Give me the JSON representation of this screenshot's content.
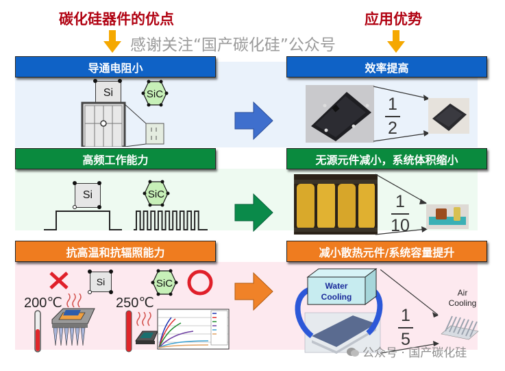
{
  "header": {
    "left_title": "碳化硅器件的优点",
    "right_title": "应用优势",
    "watermark": "感谢关注“国产碳化硅”公众号"
  },
  "colors": {
    "title_red": "#b00010",
    "arrow_yellow": "#f5a800",
    "blue": "#0f62c6",
    "green": "#0a8a3e",
    "orange": "#ef7c1f",
    "band_blue": "#eaf2fb",
    "band_green": "#eefaf1",
    "band_pink": "#fde9ef"
  },
  "rows": [
    {
      "advantage": "导通电阻小",
      "benefit": "效率提高",
      "fraction": {
        "numerator": "1",
        "denominator": "2"
      },
      "si_label": "Si",
      "sic_label": "SiC",
      "arrow_color": "blue"
    },
    {
      "advantage": "高频工作能力",
      "benefit": "无源元件减小，系统体积缩小",
      "fraction": {
        "numerator": "1",
        "denominator": "10"
      },
      "si_label": "Si",
      "sic_label": "SiC",
      "arrow_color": "green"
    },
    {
      "advantage": "抗高温和抗辐照能力",
      "benefit": "减小散热元件/系统容量提升",
      "fraction": {
        "numerator": "1",
        "denominator": "5"
      },
      "si_label": "Si",
      "sic_label": "SiC",
      "si_temp": "200℃",
      "sic_temp": "250℃",
      "water_cooling": "Water\nCooling",
      "water_cooling_l1": "Water",
      "water_cooling_l2": "Cooling",
      "air_cooling_l1": "Air",
      "air_cooling_l2": "Cooling",
      "arrow_color": "orange"
    }
  ],
  "footer_watermark": "公众号 · 国产碳化硅"
}
